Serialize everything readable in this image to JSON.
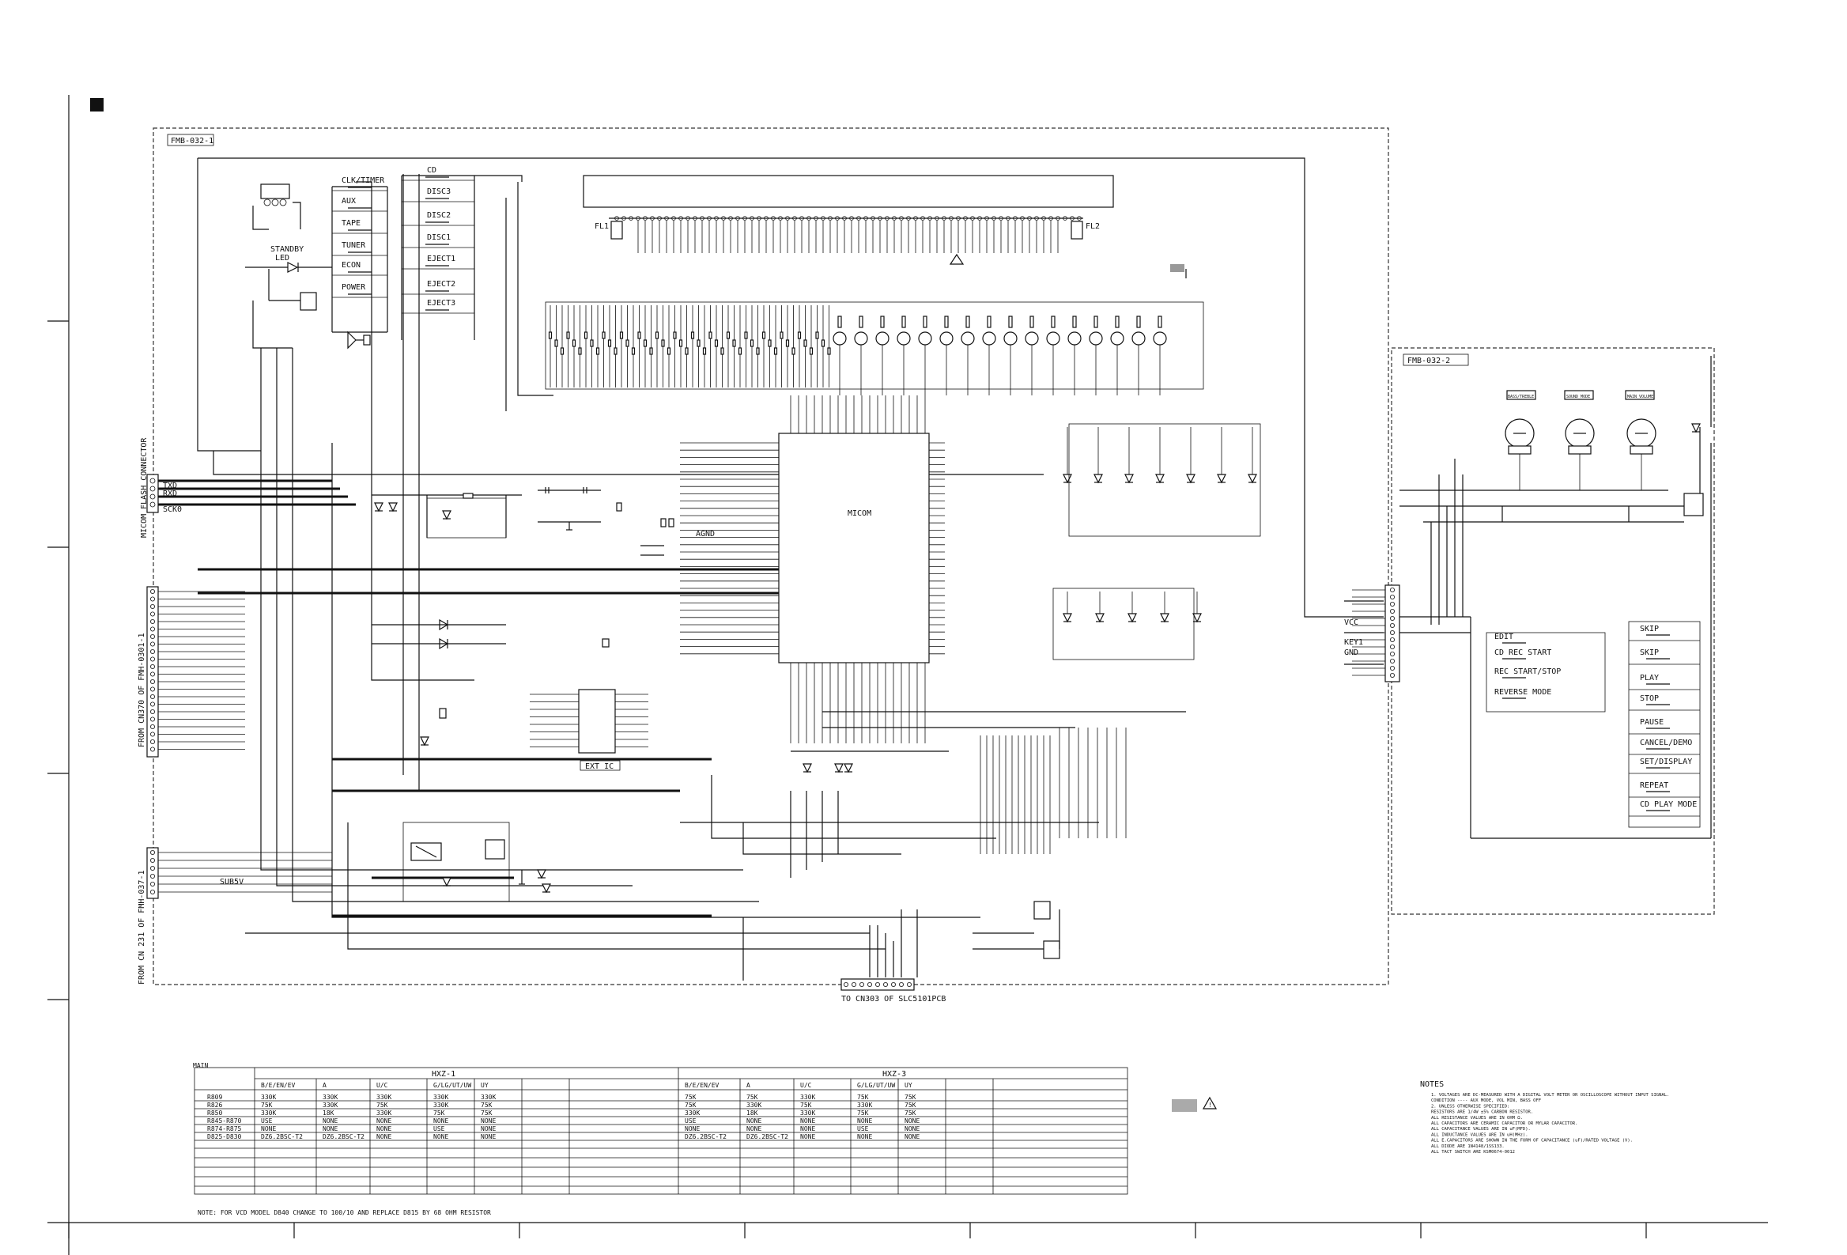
{
  "board1": "FMB-032-1",
  "board2": "FMB-032-2",
  "micom": "MICOM",
  "fl_labels": [
    "FL1",
    "FL2"
  ],
  "switches_left": [
    "CLK/TIMER",
    "AUX",
    "TAPE",
    "TUNER",
    "ECON",
    "POWER"
  ],
  "switches_disc": [
    "CD",
    "DISC3",
    "DISC2",
    "DISC1",
    "EJECT1",
    "EJECT2",
    "EJECT3"
  ],
  "standby_led": [
    "STANDBY",
    "LED"
  ],
  "connectors": {
    "flash": "MICOM FLASH CONNECTOR",
    "flash_pins": [
      "TXD",
      "RXD",
      "SCK0"
    ],
    "cn370": "FROM CN370 OF FMH-0301-1",
    "cn231": "FROM CN 231 OF FMH-037-1",
    "cn231_pin": "SUB5V",
    "cn303": "TO CN303 OF SLC5101PCB",
    "mid_pins": [
      "VCC",
      "KEY1",
      "GND"
    ]
  },
  "knob_labels": [
    "BASS/TREBLE",
    "SOUND MODE",
    "MAIN VOLUME"
  ],
  "right_keys_mid": [
    "EDIT",
    "CD REC START",
    "REC START/STOP",
    "REVERSE MODE"
  ],
  "right_keys_right": [
    "SKIP",
    "SKIP",
    "PLAY",
    "STOP",
    "PAUSE",
    "CANCEL/DEMO",
    "SET/DISPLAY",
    "REPEAT",
    "CD PLAY MODE"
  ],
  "ic_label": "EXT IC",
  "agnd": "AGND",
  "table": {
    "corner": "MAIN",
    "group1": "HXZ-1",
    "group2": "HXZ-3",
    "col_headers": [
      "B/E/EN/EV",
      "A",
      "U/C",
      "G/LG/UT/UW",
      "UY",
      "",
      "",
      "B/E/EN/EV",
      "A",
      "U/C",
      "G/LG/UT/UW",
      "UY",
      "",
      ""
    ],
    "rows": [
      {
        "name": "R809",
        "vals": [
          "330K",
          "330K",
          "330K",
          "330K",
          "330K",
          "",
          "",
          "75K",
          "75K",
          "330K",
          "75K",
          "75K",
          "",
          ""
        ]
      },
      {
        "name": "R826",
        "vals": [
          "75K",
          "330K",
          "75K",
          "330K",
          "75K",
          "",
          "",
          "75K",
          "330K",
          "75K",
          "330K",
          "75K",
          "",
          ""
        ]
      },
      {
        "name": "R850",
        "vals": [
          "330K",
          "18K",
          "330K",
          "75K",
          "75K",
          "",
          "",
          "330K",
          "18K",
          "330K",
          "75K",
          "75K",
          "",
          ""
        ]
      },
      {
        "name": "R845-R870",
        "vals": [
          "USE",
          "NONE",
          "NONE",
          "NONE",
          "NONE",
          "",
          "",
          "USE",
          "NONE",
          "NONE",
          "NONE",
          "NONE",
          "",
          ""
        ]
      },
      {
        "name": "R874-R875",
        "vals": [
          "NONE",
          "NONE",
          "NONE",
          "USE",
          "NONE",
          "",
          "",
          "NONE",
          "NONE",
          "NONE",
          "USE",
          "NONE",
          "",
          ""
        ]
      },
      {
        "name": "D825-D830",
        "vals": [
          "DZ6.2BSC-T2",
          "DZ6.2BSC-T2",
          "NONE",
          "NONE",
          "NONE",
          "",
          "",
          "DZ6.2BSC-T2",
          "DZ6.2BSC-T2",
          "NONE",
          "NONE",
          "NONE",
          "",
          ""
        ]
      }
    ],
    "note": "NOTE: FOR VCD MODEL D840 CHANGE TO 100/10 AND REPLACE D815 BY 68 OHM RESISTOR"
  },
  "notes": {
    "title": "NOTES",
    "lines": [
      "1. VOLTAGES ARE DC-MEASURED WITH A DIGITAL VOLT METER OR OSCILLOSCOPE WITHOUT INPUT SIGNAL.",
      "   CONDITION ---- AUX MODE, VOL MIN, BASS OFF",
      "2. UNLESS OTHERWISE SPECIFIED:",
      "   RESISTORS ARE 1/4W ±5% CARBON RESISTOR.",
      "   ALL RESISTANCE VALUES ARE IN OHM Ω.",
      "   ALL CAPACITORS ARE CERAMIC CAPACITOR OR MYLAR CAPACITOR.",
      "   ALL CAPACITANCE VALUES ARE IN uF(MFD).",
      "   ALL INDUCTANCE VALUES ARE IN uH(MHz).",
      "   ALL E.CAPACITORS ARE SHOWN IN THE FORM OF CAPACITANCE (uF)/RATED VOLTAGE (V).",
      "   ALL DIODE ARE 1N4148/1SS133.",
      "   ALL TACT SWITCH ARE KSM0674-0012"
    ]
  }
}
